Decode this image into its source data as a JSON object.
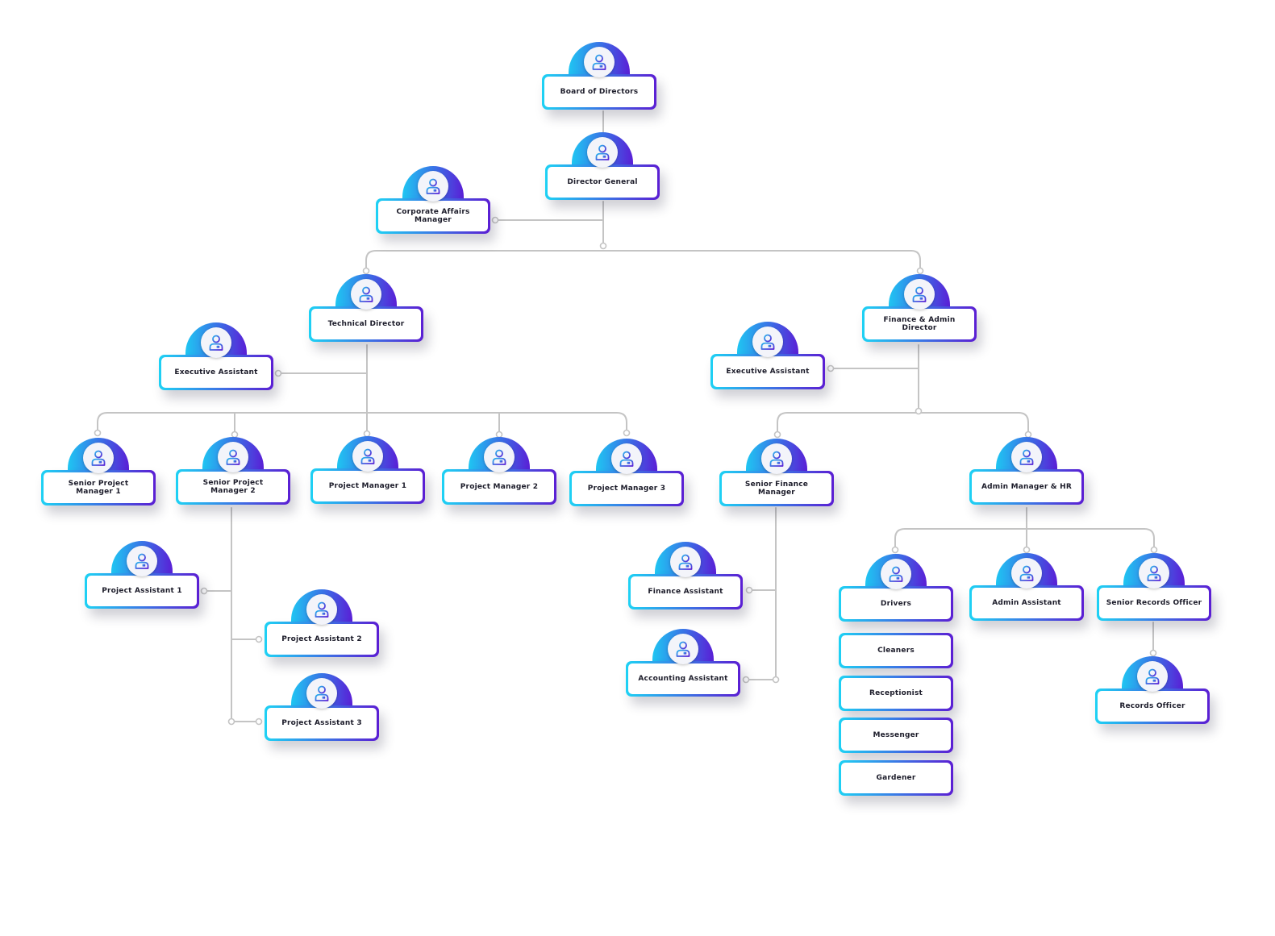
{
  "colors": {
    "gradient_start": "#1ed2f4",
    "gradient_mid": "#3a7ae6",
    "gradient_end": "#5b1ed3",
    "connector": "#c4c4c4",
    "text": "#1c1c2a"
  },
  "icon": "person-badge-icon",
  "nodes": {
    "board_of_directors": "Board of Directors",
    "director_general": "Director General",
    "corporate_affairs_manager": "Corporate Affairs Manager",
    "technical_director": "Technical Director",
    "finance_admin_director": "Finance & Admin Director",
    "executive_assistant_technical": "Executive Assistant",
    "executive_assistant_finance": "Executive Assistant",
    "senior_project_manager_1": "Senior Project Manager 1",
    "senior_project_manager_2": "Senior Project Manager 2",
    "project_manager_1": "Project Manager 1",
    "project_manager_2": "Project Manager 2",
    "project_manager_3": "Project Manager 3",
    "project_assistant_1": "Project Assistant 1",
    "project_assistant_2": "Project Assistant 2",
    "project_assistant_3": "Project Assistant 3",
    "senior_finance_manager": "Senior Finance Manager",
    "finance_assistant": "Finance Assistant",
    "accounting_assistant": "Accounting Assistant",
    "admin_manager_hr": "Admin Manager & HR",
    "drivers": "Drivers",
    "cleaners": "Cleaners",
    "receptionist": "Receptionist",
    "messenger": "Messenger",
    "gardener": "Gardener",
    "admin_assistant": "Admin Assistant",
    "senior_records_officer": "Senior Records Officer",
    "records_officer": "Records Officer"
  }
}
